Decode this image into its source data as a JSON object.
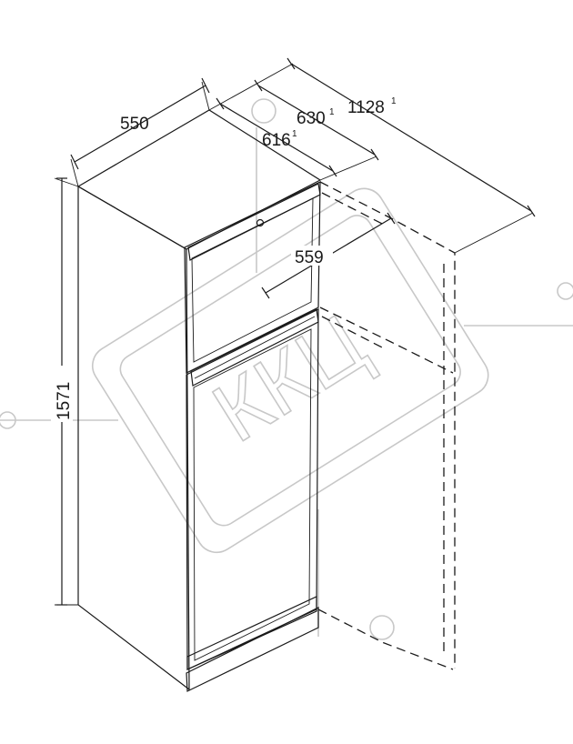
{
  "dimensions": {
    "width": "550",
    "height": "1571",
    "depth_body": "616",
    "depth_body_note": "1",
    "depth_total": "630",
    "depth_total_note": "1",
    "depth_door_open": "1128",
    "depth_door_open_note": "1",
    "inner_width": "559"
  },
  "watermark": {
    "text": "ККЦ",
    "color": "#c8c8c8"
  },
  "colors": {
    "line": "#1a1a1a",
    "body_fill": "#ffffff",
    "door_fill": "#f2f2f2"
  }
}
